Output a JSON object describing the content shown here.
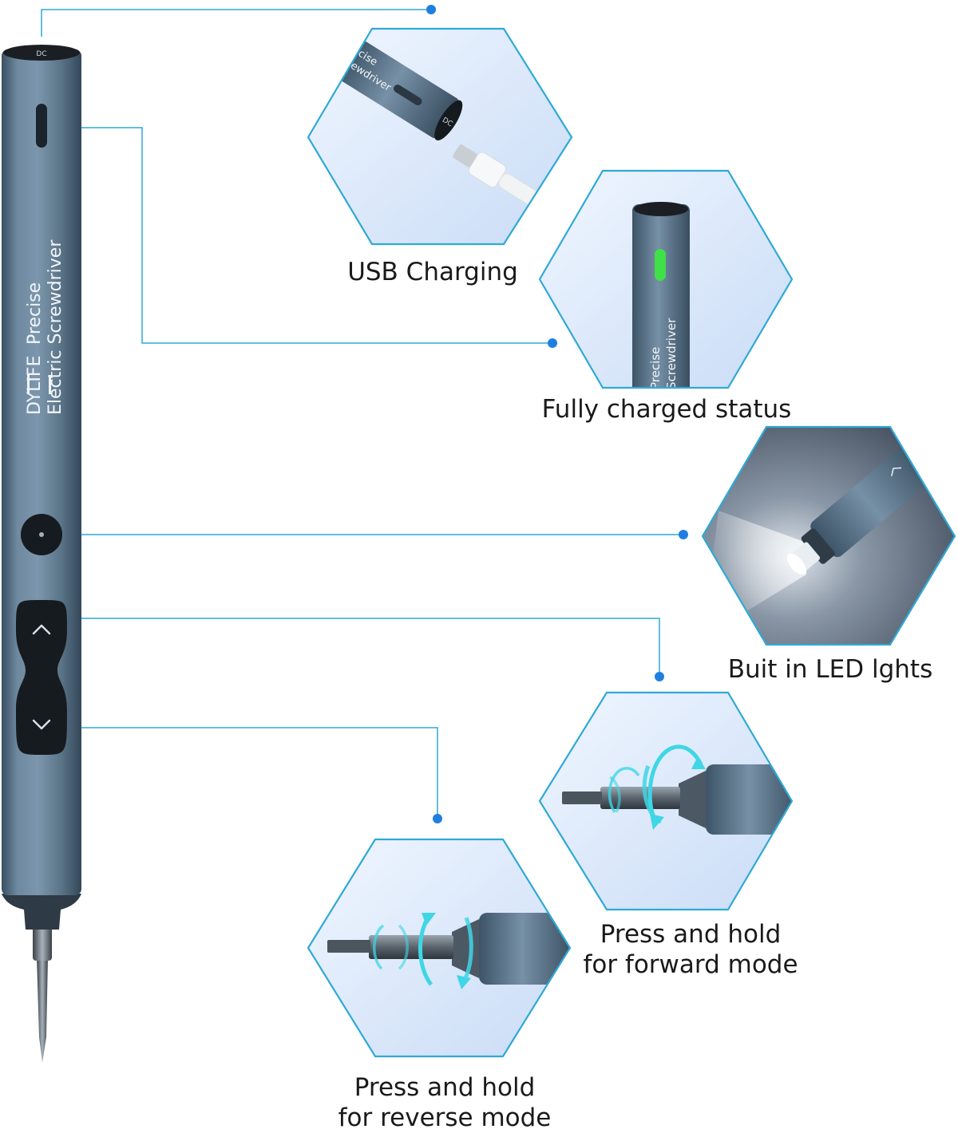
{
  "product": {
    "brand": "DYLIFE",
    "name_line1": "Precise",
    "name_line2": "Electric Screwdriver",
    "port_label": "DC"
  },
  "features": {
    "usb_charging": {
      "caption": "USB Charging",
      "detail_text_1": "cise",
      "detail_text_2": "ewdriver",
      "port_label": "DC"
    },
    "fully_charged": {
      "caption": "Fully charged status",
      "detail_text_1": "Precise",
      "detail_text_2": "Screwdriver",
      "indicator_color": "#3fe04a"
    },
    "led_light": {
      "caption": "Buit in LED lghts"
    },
    "forward_mode": {
      "caption_line1": "Press and hold",
      "caption_line2": "for forward mode"
    },
    "reverse_mode": {
      "caption_line1": "Press and hold",
      "caption_line2": "for reverse mode"
    }
  },
  "colors": {
    "body": "#5f7a8e",
    "body_dark": "#3e5467",
    "accent_line": "#2fa9d6",
    "dot": "#1f7fe0",
    "hex_fill": "#dbe9fb",
    "arrow": "#3fd6e6"
  }
}
